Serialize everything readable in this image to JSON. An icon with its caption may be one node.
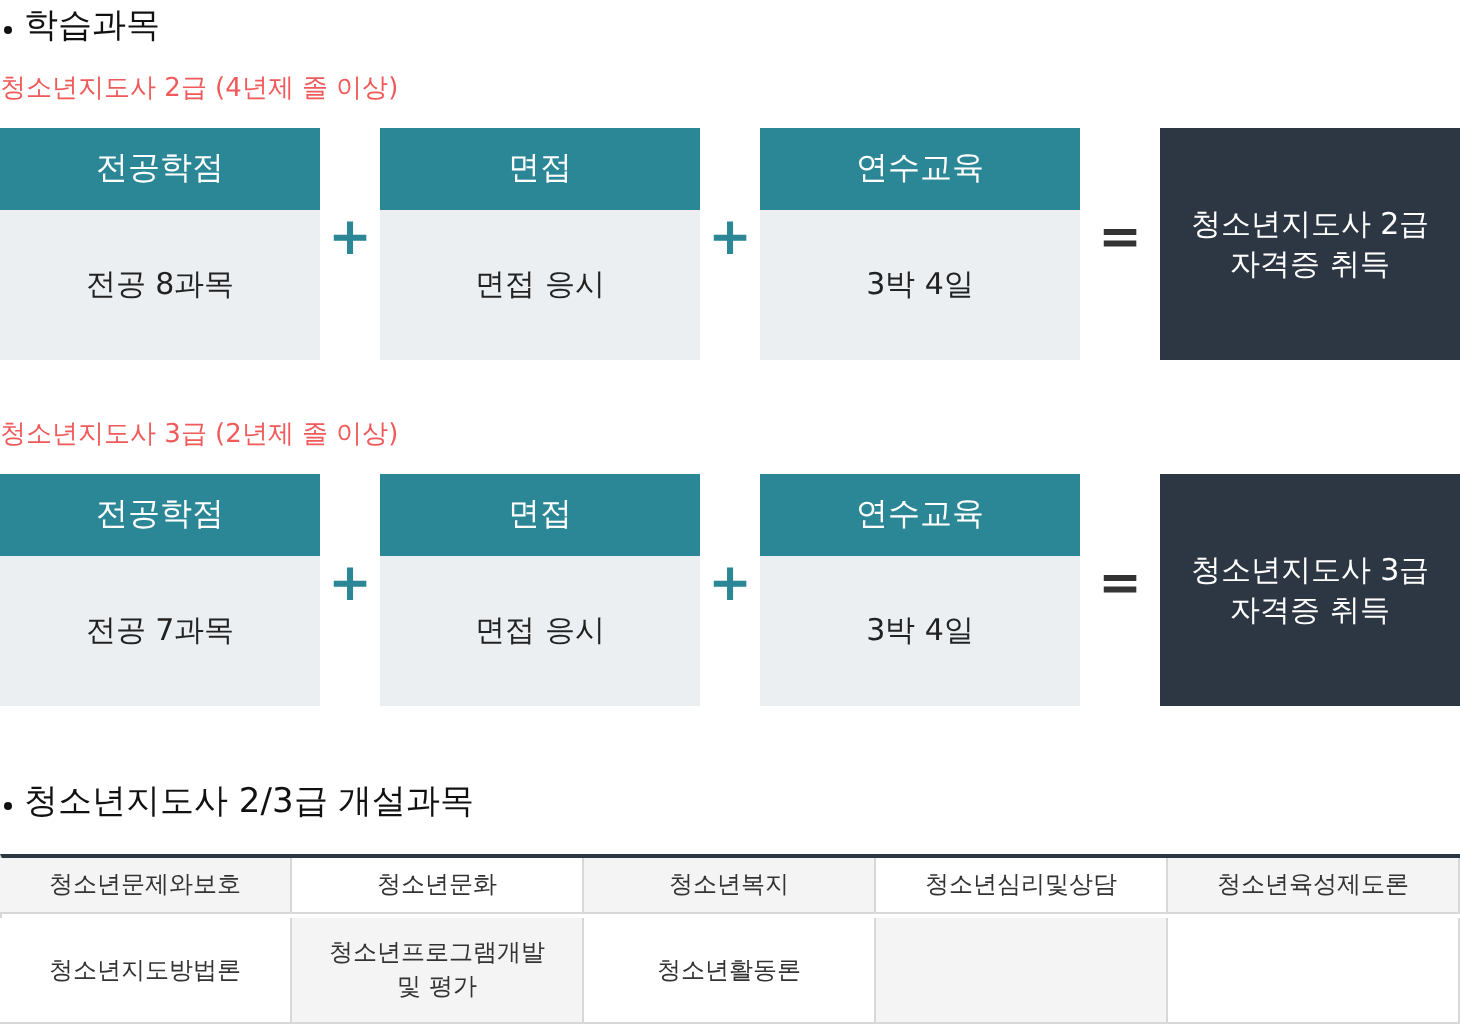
{
  "diagram": {
    "nodes": [
      {
        "text": [
          "전공학점",
          "전공 8과목"
        ]
      },
      {
        "text": [
          "면접",
          "면접 응시"
        ]
      },
      {
        "text": [
          "연수교육",
          "3박 4일"
        ]
      },
      {
        "text": [
          "청소년지도사 2급 자격증 취득"
        ]
      },
      {
        "text": [
          "전공학점",
          "전공 7과목"
        ]
      },
      {
        "text": [
          "면접",
          "면접 응시"
        ]
      },
      {
        "text": [
          "연수교육",
          "3박 4일"
        ]
      },
      {
        "text": [
          "청소년지도사 3급 자격증 취득"
        ]
      }
    ],
    "labels": [
      "학습과목",
      "청소년지도사 2급 (4년제 졸 이상)",
      "+",
      "+",
      "=",
      "청소년지도사 3급 (2년제 졸 이상)",
      "+",
      "+",
      "=",
      "청소년지도사 2/3급 개설과목",
      "청소년문제와보호",
      "청소년문화",
      "청소년복지",
      "청소년심리및상담",
      "청소년육성제도론",
      "청소년지도방법론",
      "청소년프로그램개발 및 평가",
      "청소년활동론"
    ]
  }
}
